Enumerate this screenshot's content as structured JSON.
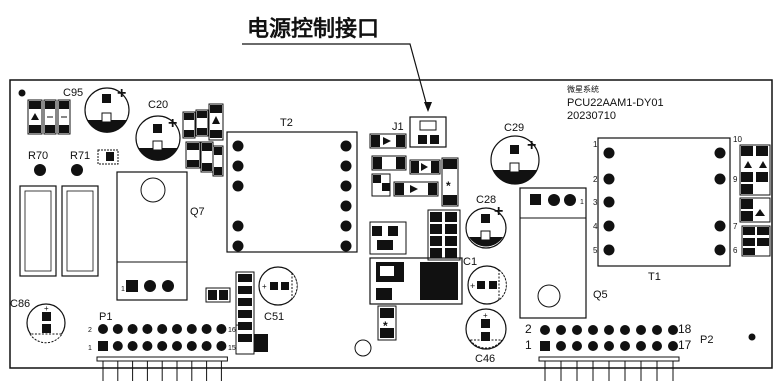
{
  "callout": {
    "text": "电源控制接口"
  },
  "board": {
    "brand": "微星系统",
    "part_number": "PCU22AAM1-DY01",
    "date": "20230710"
  },
  "refs": {
    "c95": "C95",
    "c20": "C20",
    "r70": "R70",
    "r71": "R71",
    "t2": "T2",
    "j1": "J1",
    "c29": "C29",
    "c28": "C28",
    "q7": "Q7",
    "c1": "C1",
    "t1": "T1",
    "q5": "Q5",
    "c86": "C86",
    "p1": "P1",
    "c51": "C51",
    "c46": "C46",
    "p2": "P2"
  },
  "pins": {
    "p1_top_left": "2",
    "p1_bottom_left": "1",
    "p1_top_right": "16",
    "p1_bottom_right": "15",
    "p2_top_left": "2",
    "p2_bottom_left": "1",
    "p2_top_right": "18",
    "p2_bottom_right": "17",
    "t1_1": "1",
    "t1_2": "2",
    "t1_3": "3",
    "t1_4": "4",
    "t1_5": "5",
    "t1_10": "10",
    "t1_9": "9",
    "t1_7": "7",
    "t1_6": "6",
    "q7_1": "1",
    "q5_1": "1"
  },
  "symbols": {
    "plus": "+",
    "star": "*",
    "minus": "-"
  }
}
